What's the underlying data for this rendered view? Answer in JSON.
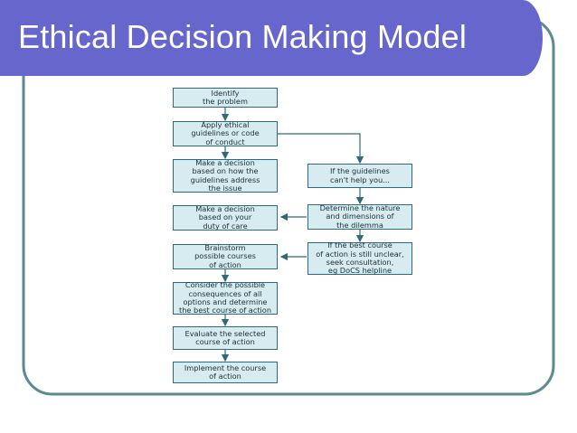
{
  "slide": {
    "title": "Ethical Decision Making Model",
    "colors": {
      "title_bar": "#6666cc",
      "frame_border": "#5b8a8f",
      "box_fill": "#d6ecf1",
      "box_border": "#2f6a7b",
      "arrow": "#2f6a7b"
    }
  },
  "flowchart": {
    "left_column": [
      {
        "id": "identify",
        "text": "Identify\nthe problem"
      },
      {
        "id": "apply",
        "text": "Apply ethical\nguidelines or code\nof conduct"
      },
      {
        "id": "decide-guidelines",
        "text": "Make a decision\nbased on how the\nguidelines address\nthe issue"
      },
      {
        "id": "decide-duty",
        "text": "Make a decision\nbased on your\nduty of care"
      },
      {
        "id": "brainstorm",
        "text": "Brainstorm\npossible courses\nof action"
      },
      {
        "id": "consider",
        "text": "Consider the possible\nconsequences of all\noptions and determine\nthe best course of action"
      },
      {
        "id": "evaluate",
        "text": "Evaluate the selected\ncourse of action"
      },
      {
        "id": "implement",
        "text": "Implement the course\nof action"
      }
    ],
    "right_column": [
      {
        "id": "guidelines-cant-help",
        "text": "If the guidelines\ncan't help you..."
      },
      {
        "id": "determine-nature",
        "text": "Determine the nature\nand dimensions of\nthe dilemma"
      },
      {
        "id": "seek-consultation",
        "text": "If the best course\nof action is still unclear,\nseek consultation,\neg DoCS helpline"
      }
    ]
  }
}
